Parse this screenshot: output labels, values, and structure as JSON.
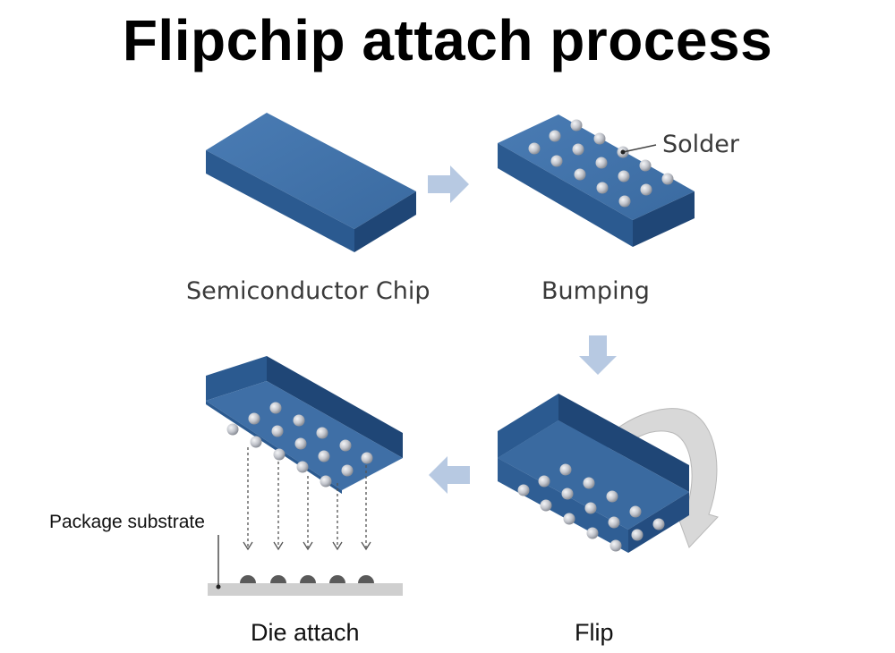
{
  "title": "Flipchip attach process",
  "labels": {
    "solder": "Solder",
    "semiconductor_chip": "Semiconductor Chip",
    "bumping": "Bumping",
    "package_substrate": "Package substrate",
    "die_attach": "Die attach",
    "flip": "Flip"
  },
  "colors": {
    "chip_top": "#3f6fa6",
    "chip_side": "#2d5a8e",
    "chip_dark": "#22487a",
    "arrow": "#b7c9e2",
    "solder_ball": "#c9ccd2",
    "substrate": "#cfcfcf",
    "flip_arrow": "#9a9a9a"
  },
  "icons": {
    "flow_arrow": "block-arrow-icon",
    "rotate_arrow": "curved-rotate-arrow-icon"
  }
}
